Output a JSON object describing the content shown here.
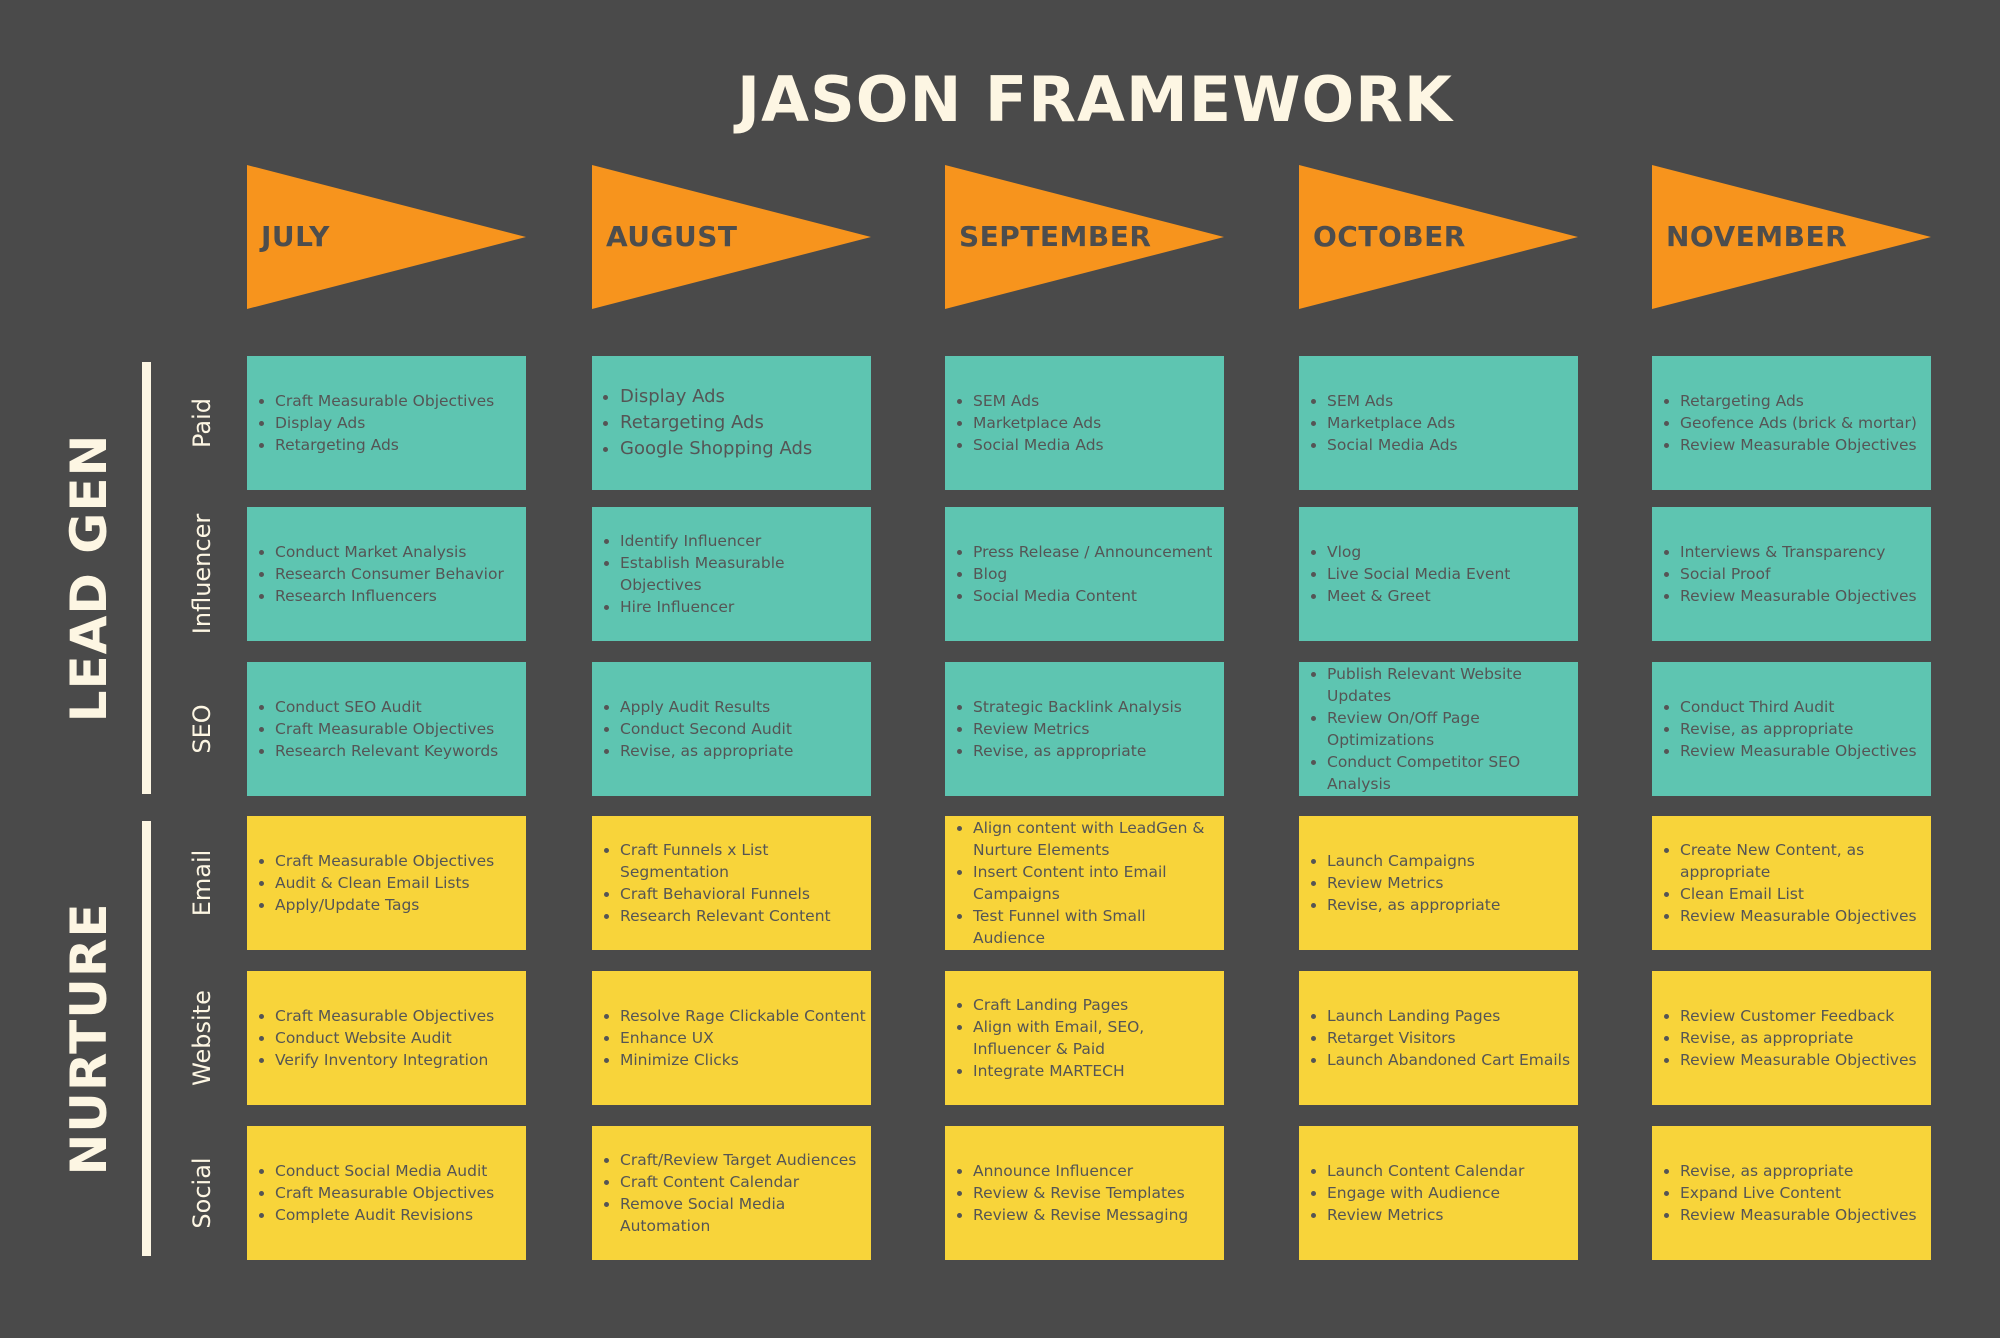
{
  "title": "JASON FRAMEWORK",
  "months": [
    "JULY",
    "AUGUST",
    "SEPTEMBER",
    "OCTOBER",
    "NOVEMBER"
  ],
  "groups": [
    {
      "label": "LEAD GEN",
      "color": "#5ec5b1"
    },
    {
      "label": "NURTURE",
      "color": "#f8d43a"
    }
  ],
  "rows": [
    {
      "label": "Paid",
      "group": 0,
      "cells": [
        [
          "Craft Measurable Objectives",
          "Display Ads",
          "Retargeting Ads"
        ],
        [
          "Display Ads",
          "Retargeting Ads",
          "Google Shopping Ads"
        ],
        [
          "SEM Ads",
          "Marketplace Ads",
          "Social Media Ads"
        ],
        [
          "SEM Ads",
          "Marketplace Ads",
          "Social Media Ads"
        ],
        [
          "Retargeting Ads",
          "Geofence Ads (brick & mortar)",
          "Review Measurable Objectives"
        ]
      ]
    },
    {
      "label": "Influencer",
      "group": 0,
      "cells": [
        [
          "Conduct Market Analysis",
          "Research Consumer Behavior",
          "Research Influencers"
        ],
        [
          "Identify Influencer",
          "Establish Measurable Objectives",
          "Hire Influencer"
        ],
        [
          "Press Release / Announcement",
          "Blog",
          "Social Media Content"
        ],
        [
          "Vlog",
          "Live Social Media Event",
          "Meet & Greet"
        ],
        [
          "Interviews & Transparency",
          "Social Proof",
          "Review Measurable Objectives"
        ]
      ]
    },
    {
      "label": "SEO",
      "group": 0,
      "cells": [
        [
          "Conduct SEO Audit",
          "Craft Measurable Objectives",
          "Research Relevant Keywords"
        ],
        [
          "Apply Audit Results",
          "Conduct Second Audit",
          "Revise, as appropriate"
        ],
        [
          "Strategic Backlink Analysis",
          "Review Metrics",
          "Revise, as appropriate"
        ],
        [
          "Publish Relevant Website Updates",
          "Review On/Off Page Optimizations",
          "Conduct Competitor SEO Analysis"
        ],
        [
          "Conduct Third Audit",
          "Revise, as appropriate",
          "Review Measurable Objectives"
        ]
      ]
    },
    {
      "label": "Email",
      "group": 1,
      "cells": [
        [
          "Craft Measurable Objectives",
          "Audit & Clean Email Lists",
          "Apply/Update Tags"
        ],
        [
          "Craft Funnels x List Segmentation",
          "Craft Behavioral Funnels",
          "Research Relevant Content"
        ],
        [
          "Align content with LeadGen & Nurture Elements",
          "Insert Content into Email Campaigns",
          "Test Funnel with Small Audience"
        ],
        [
          "Launch Campaigns",
          "Review Metrics",
          "Revise, as appropriate"
        ],
        [
          "Create New Content, as appropriate",
          "Clean Email List",
          "Review Measurable Objectives"
        ]
      ]
    },
    {
      "label": "Website",
      "group": 1,
      "cells": [
        [
          "Craft Measurable Objectives",
          "Conduct Website Audit",
          "Verify Inventory Integration"
        ],
        [
          "Resolve Rage Clickable Content",
          "Enhance UX",
          "Minimize Clicks"
        ],
        [
          "Craft Landing Pages",
          "Align with Email, SEO, Influencer & Paid",
          "Integrate MARTECH"
        ],
        [
          "Launch Landing Pages",
          "Retarget Visitors",
          "Launch Abandoned Cart Emails"
        ],
        [
          "Review Customer Feedback",
          "Revise, as appropriate",
          "Review Measurable Objectives"
        ]
      ]
    },
    {
      "label": "Social",
      "group": 1,
      "cells": [
        [
          "Conduct Social Media Audit",
          "Craft Measurable Objectives",
          "Complete Audit Revisions"
        ],
        [
          "Craft/Review Target Audiences",
          "Craft Content Calendar",
          "Remove Social Media Automation"
        ],
        [
          "Announce Influencer",
          "Review & Revise Templates",
          "Review & Revise Messaging"
        ],
        [
          "Launch Content Calendar",
          "Engage with Audience",
          "Review Metrics"
        ],
        [
          "Revise, as appropriate",
          "Expand Live Content",
          "Review Measurable Objectives"
        ]
      ]
    }
  ]
}
